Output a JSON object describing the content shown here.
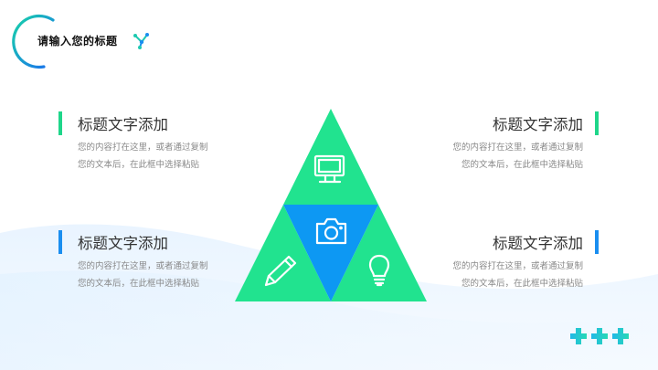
{
  "header": {
    "title": "请输入您的标题"
  },
  "blocks": [
    {
      "position": "top-left",
      "title": "标题文字添加",
      "body": "您的内容打在这里，或者通过复制您的文本后，在此框中选择粘贴",
      "accent": "#1fd68a"
    },
    {
      "position": "bottom-left",
      "title": "标题文字添加",
      "body": "您的内容打在这里，或者通过复制您的文本后，在此框中选择粘贴",
      "accent": "#1a8ef0"
    },
    {
      "position": "top-right",
      "title": "标题文字添加",
      "body": "您的内容打在这里，或者通过复制您的文本后，在此框中选择粘贴",
      "accent": "#1fd68a"
    },
    {
      "position": "bottom-right",
      "title": "标题文字添加",
      "body": "您的内容打在这里，或者通过复制您的文本后，在此框中选择粘贴",
      "accent": "#1a8ef0"
    }
  ],
  "triangle": {
    "green": "#21e38f",
    "blue": "#0d98f3",
    "icons": [
      "monitor-icon",
      "camera-icon",
      "pencil-icon",
      "lightbulb-icon"
    ]
  },
  "colors": {
    "title_text": "#333333",
    "body_text": "#888888",
    "ring_start": "#17d3a8",
    "ring_end": "#1a6ef0",
    "plus": "#27d3c4"
  }
}
